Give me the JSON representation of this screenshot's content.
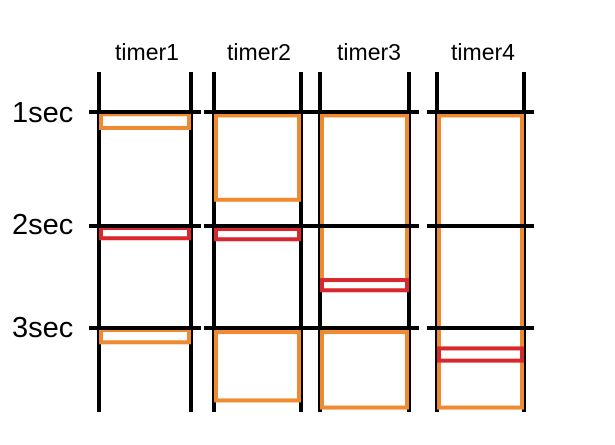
{
  "diagram": {
    "timers": [
      {
        "label": "timer1"
      },
      {
        "label": "timer2"
      },
      {
        "label": "timer3"
      },
      {
        "label": "timer4"
      }
    ],
    "time_marks": [
      {
        "label": "1sec",
        "value": 1
      },
      {
        "label": "2sec",
        "value": 2
      },
      {
        "label": "3sec",
        "value": 3
      }
    ],
    "colors": {
      "line": "#000000",
      "orange": "#f08a30",
      "red": "#d8282e",
      "fill": "#ffffff"
    },
    "blocks": [
      {
        "timer": 0,
        "kind": "orange",
        "start": 1.02,
        "end": 1.14
      },
      {
        "timer": 0,
        "kind": "red",
        "start": 2.02,
        "end": 2.12
      },
      {
        "timer": 0,
        "kind": "orange",
        "start": 3.02,
        "end": 3.14
      },
      {
        "timer": 1,
        "kind": "orange",
        "start": 1.03,
        "end": 1.77
      },
      {
        "timer": 1,
        "kind": "red",
        "start": 2.03,
        "end": 2.13
      },
      {
        "timer": 1,
        "kind": "orange",
        "start": 3.04,
        "end": 3.71
      },
      {
        "timer": 2,
        "kind": "orange",
        "start": 1.03,
        "end": 2.53
      },
      {
        "timer": 2,
        "kind": "red",
        "start": 2.53,
        "end": 2.63
      },
      {
        "timer": 2,
        "kind": "orange",
        "start": 3.04,
        "end": 3.78
      },
      {
        "timer": 3,
        "kind": "orange",
        "start": 1.03,
        "end": 3.78
      },
      {
        "timer": 3,
        "kind": "red",
        "start": 3.2,
        "end": 3.32
      }
    ]
  }
}
